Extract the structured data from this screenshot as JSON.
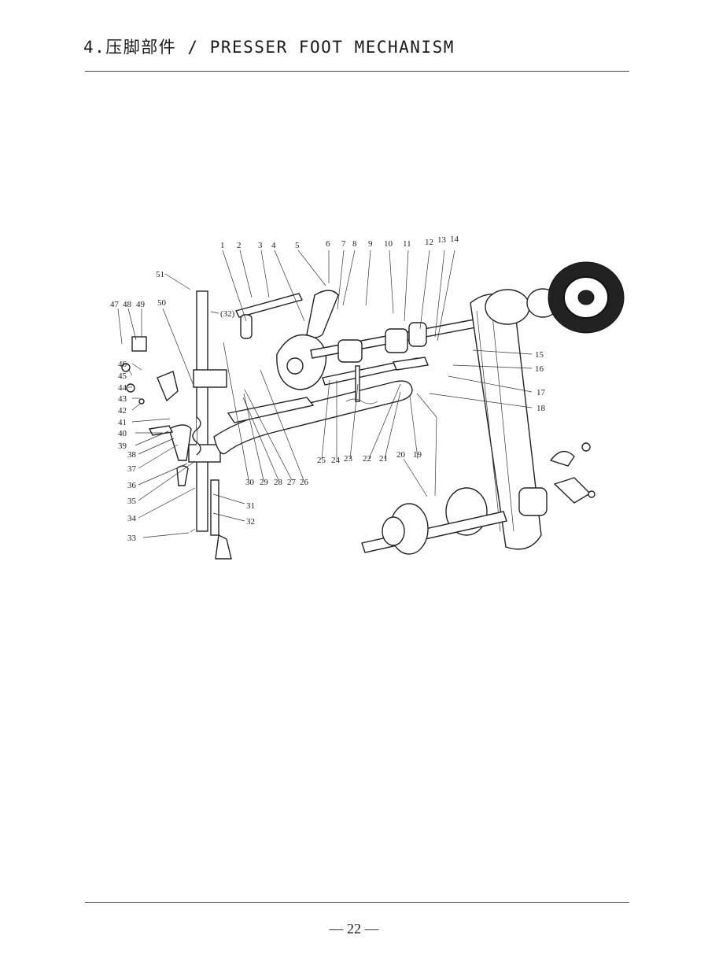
{
  "header": {
    "title": "4.压脚部件 / PRESSER FOOT MECHANISM"
  },
  "footer": {
    "page_number": "— 22 —"
  },
  "diagram": {
    "callouts": [
      "1",
      "2",
      "3",
      "4",
      "5",
      "6",
      "7",
      "8",
      "9",
      "10",
      "11",
      "12",
      "13",
      "14",
      "15",
      "16",
      "17",
      "18",
      "19",
      "20",
      "21",
      "22",
      "23",
      "24",
      "25",
      "26",
      "27",
      "28",
      "29",
      "30",
      "31",
      "32",
      "(32)",
      "33",
      "34",
      "35",
      "36",
      "37",
      "38",
      "39",
      "40",
      "41",
      "42",
      "43",
      "44",
      "45",
      "46",
      "47",
      "48",
      "49",
      "50",
      "51"
    ]
  }
}
